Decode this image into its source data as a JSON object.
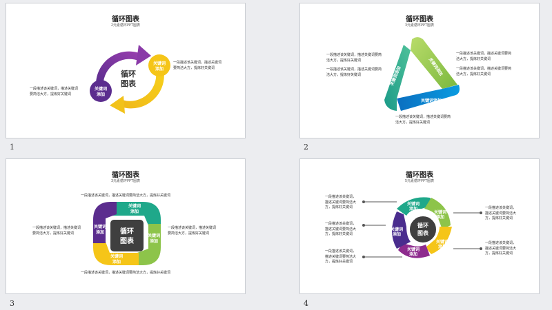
{
  "slides": [
    {
      "number": "1",
      "title": "循环图表",
      "subtitle": "2元素循环PPT图表",
      "center": [
        "循环",
        "图表"
      ],
      "nodes": [
        {
          "lines": [
            "关键词",
            "添加"
          ],
          "color": "#f5c518"
        },
        {
          "lines": [
            "关键词",
            "添加"
          ],
          "color": "#5b2d8e"
        }
      ],
      "texts": [
        [
          "一段描述该关键词，描述关键词",
          "要简洁大方，提炼好关键词"
        ],
        [
          "一段描述该关键词，描述关键词",
          "要简洁大方，提炼好关键词"
        ]
      ]
    },
    {
      "number": "2",
      "title": "循环图表",
      "subtitle": "3元素循环PPT图表",
      "segments": [
        {
          "label": "关键词添加",
          "color": "#8dc44a"
        },
        {
          "label": "关键词添加",
          "color": "#0a8fd6"
        },
        {
          "label": "关键词添加",
          "color": "#1fa88a"
        }
      ],
      "texts": [
        [
          "一段描述该关键词，描述关键词要简",
          "洁大方，提炼好关键词"
        ],
        [
          "一段描述该关键词，描述关键词要简",
          "洁大方，提炼好关键词"
        ],
        [
          "一段描述该关键词，描述关键词要简",
          "洁大方，提炼好关键词"
        ],
        [
          "一段描述该关键词，描述关键词要简",
          "洁大方，提炼好关键词"
        ],
        [
          "一段描述该关键词，描述关键词要简",
          "洁大方，提炼好关键词"
        ]
      ]
    },
    {
      "number": "3",
      "title": "循环图表",
      "subtitle": "3元素循环PPT图表",
      "center": [
        "循环",
        "图表"
      ],
      "segments": [
        {
          "lines": [
            "关键词",
            "添加"
          ],
          "color": "#1fa88a"
        },
        {
          "lines": [
            "关键词",
            "添加"
          ],
          "color": "#8dc44a"
        },
        {
          "lines": [
            "关键词",
            "添加"
          ],
          "color": "#f5c518"
        },
        {
          "lines": [
            "关键词",
            "添加"
          ],
          "color": "#5b2d8e"
        }
      ],
      "texts": [
        [
          "一段描述该关键词，描述关键词要简洁大方，提炼好关键词"
        ],
        [
          "一段描述该关键词，描述关键词",
          "要简洁大方，提炼好关键词"
        ],
        [
          "一段描述该关键词，描述关键词",
          "要简洁大方，提炼好关键词"
        ],
        [
          "一段描述该关键词，描述关键词要简洁大方，提炼好关键词"
        ]
      ]
    },
    {
      "number": "4",
      "title": "循环图表",
      "subtitle": "5元素循环PPT图表",
      "center": [
        "循环",
        "图表"
      ],
      "segments": [
        {
          "lines": [
            "关键词",
            "添加"
          ],
          "color": "#1fa88a"
        },
        {
          "lines": [
            "关键词",
            "添加"
          ],
          "color": "#8dc44a"
        },
        {
          "lines": [
            "关键词",
            "添加"
          ],
          "color": "#f5c518"
        },
        {
          "lines": [
            "关键词",
            "添加"
          ],
          "color": "#8e2b8e"
        },
        {
          "lines": [
            "关键词",
            "添加"
          ],
          "color": "#4a2d8e"
        }
      ],
      "texts": [
        [
          "一段描述该关键词，",
          "描述关键词要简洁大",
          "方，提炼好关键词"
        ],
        [
          "一段描述该关键词，",
          "描述关键词要简洁大",
          "方，提炼好关键词"
        ],
        [
          "一段描述该关键词，",
          "描述关键词要简洁大",
          "方，提炼好关键词"
        ],
        [
          "一段描述该关键词，",
          "描述关键词要简洁大",
          "方，提炼好关键词"
        ],
        [
          "一段描述该关键词，",
          "描述关键词要简洁大",
          "方，提炼好关键词"
        ]
      ]
    }
  ]
}
